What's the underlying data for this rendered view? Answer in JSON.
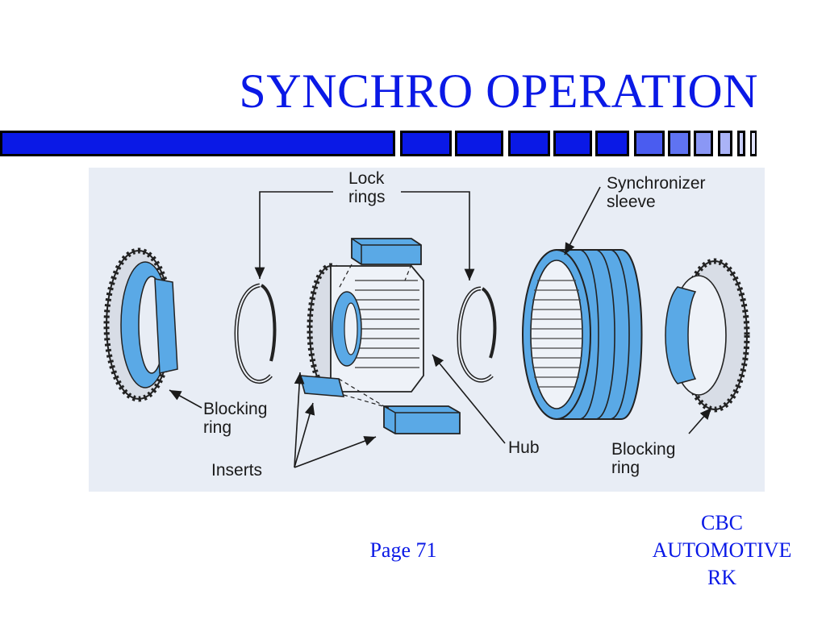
{
  "slide": {
    "title": "SYNCHRO OPERATION",
    "page_number": "Page 71",
    "organization": [
      "CBC",
      "AUTOMOTIVE",
      "RK"
    ]
  },
  "diagram": {
    "labels": {
      "lock_rings": "Lock\nrings",
      "synchronizer_sleeve": "Synchronizer\nsleeve",
      "blocking_ring_left": "Blocking\nring",
      "inserts": "Inserts",
      "hub": "Hub",
      "blocking_ring_right": "Blocking\nring"
    }
  },
  "colors": {
    "title": "#0a19e6",
    "accent_bar": "#0a19e6",
    "part_blue": "#5aa9e6",
    "figure_bg": "#e8edf5"
  }
}
